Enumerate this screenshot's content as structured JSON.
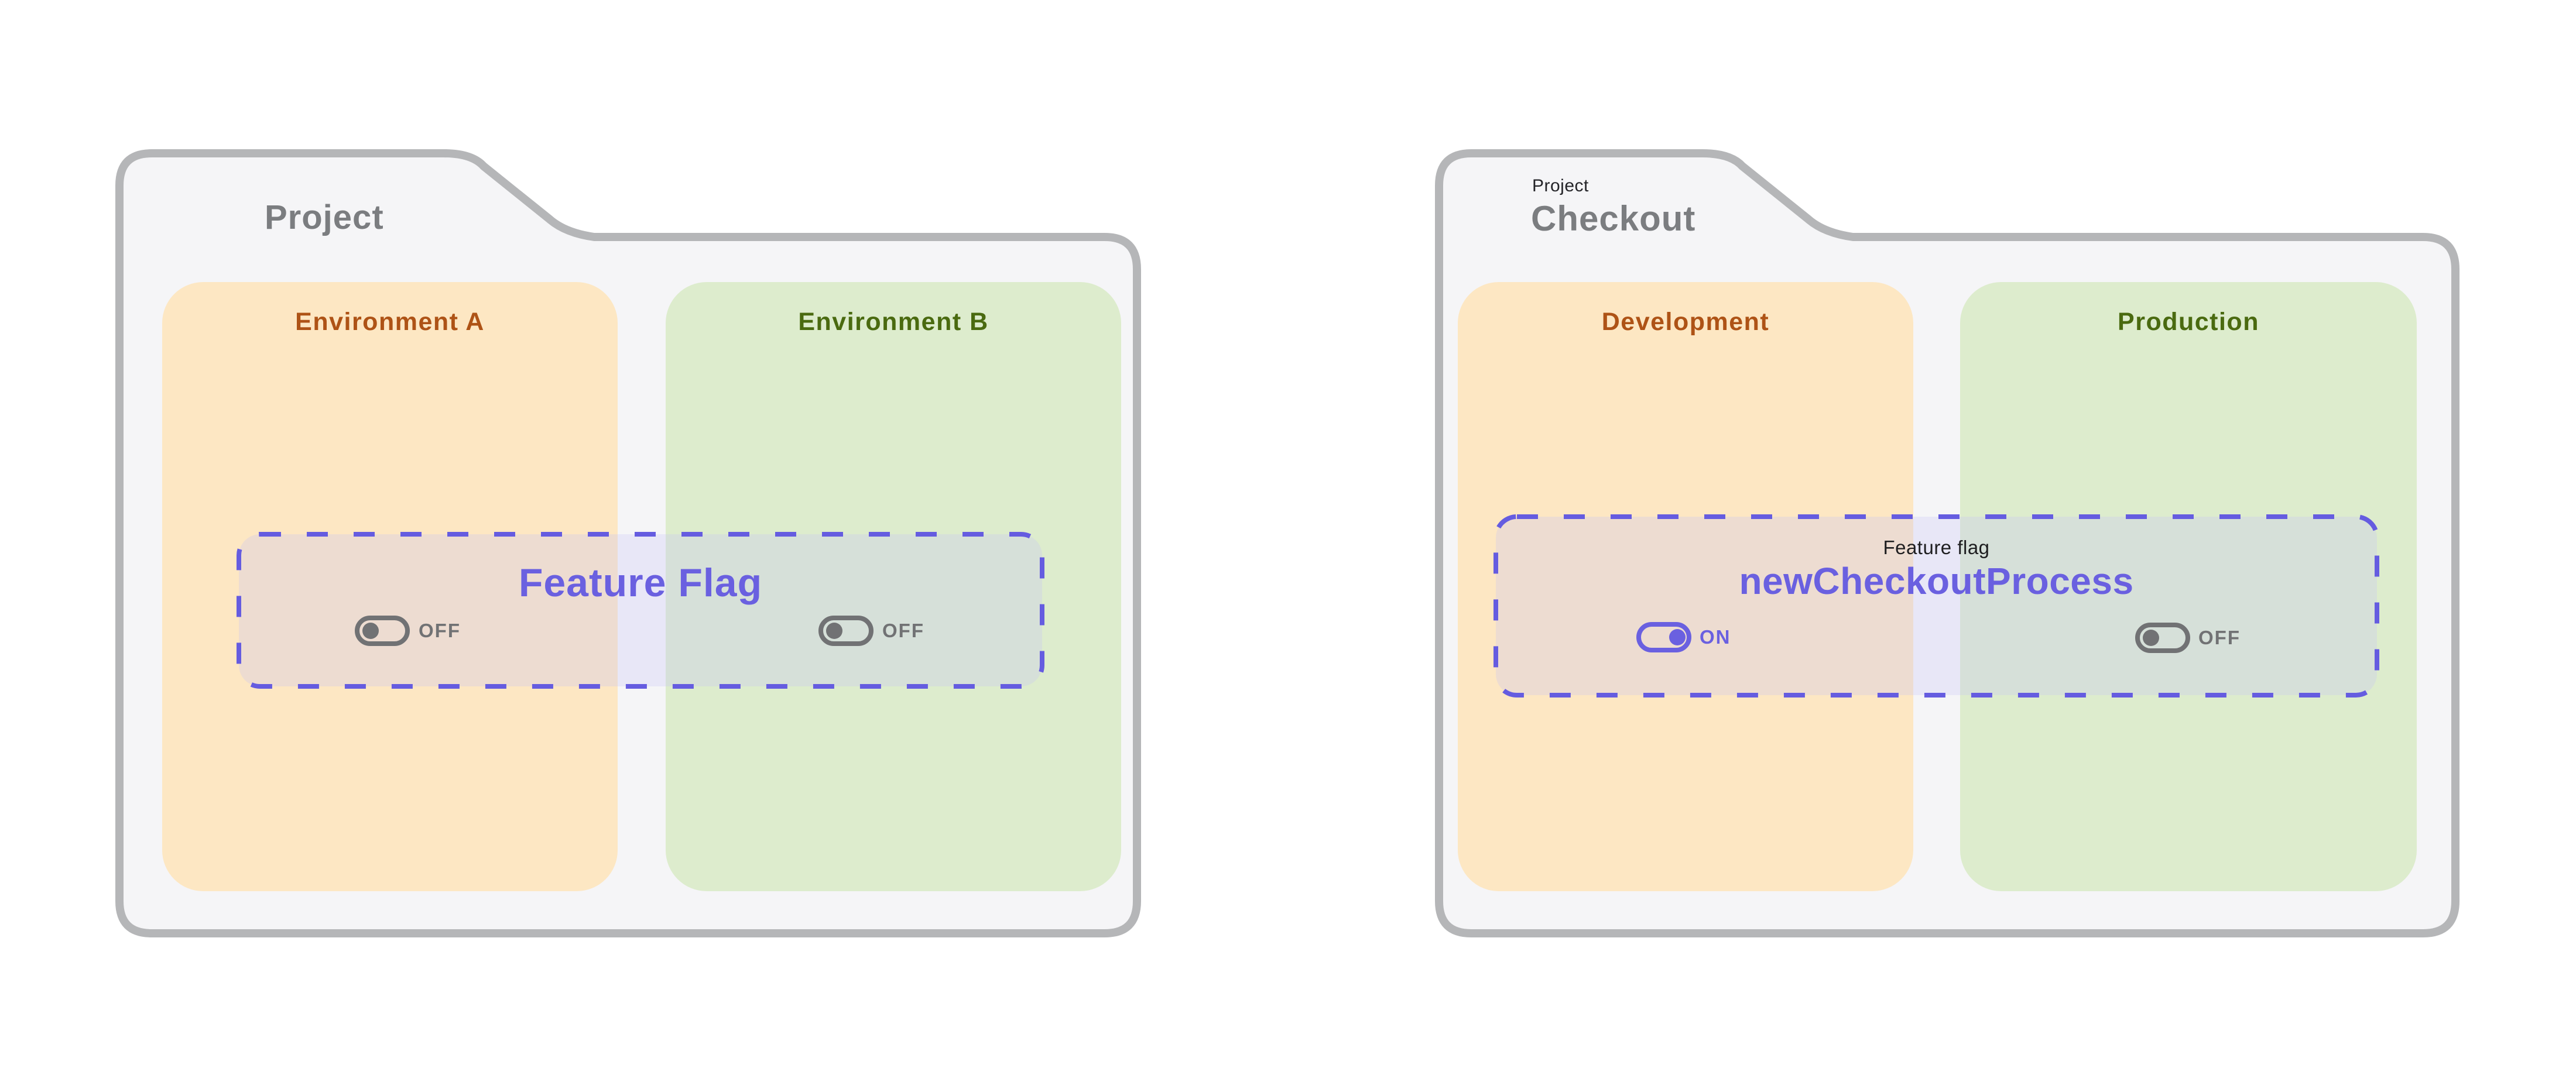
{
  "page": {
    "background": "#ffffff",
    "description_colors": {
      "folder_fill": "#f5f5f7",
      "folder_border": "#b5b6b8",
      "panel_orange": "#fde7c3",
      "panel_green": "#ddeccd",
      "orange_text": "#ae5316",
      "green_text": "#4a6a10",
      "purple_accent": "#6a60e0",
      "dashed_border": "#655ce0",
      "overlay_fill": "rgba(197,193,247,0.28)",
      "toggle_off_gray": "#717274",
      "title_gray": "#7b7d80"
    }
  },
  "left_folder": {
    "title": "Project",
    "feature_flag": {
      "title": "Feature Flag"
    },
    "environments": [
      {
        "name": "Environment A",
        "toggle": {
          "label": "OFF",
          "state": "off"
        }
      },
      {
        "name": "Environment B",
        "toggle": {
          "label": "OFF",
          "state": "off"
        }
      }
    ]
  },
  "right_folder": {
    "eyebrow": "Project",
    "title": "Checkout",
    "feature_flag": {
      "eyebrow": "Feature flag",
      "title": "newCheckoutProcess"
    },
    "environments": [
      {
        "name": "Development",
        "toggle": {
          "label": "ON",
          "state": "on"
        }
      },
      {
        "name": "Production",
        "toggle": {
          "label": "OFF",
          "state": "off"
        }
      }
    ]
  }
}
